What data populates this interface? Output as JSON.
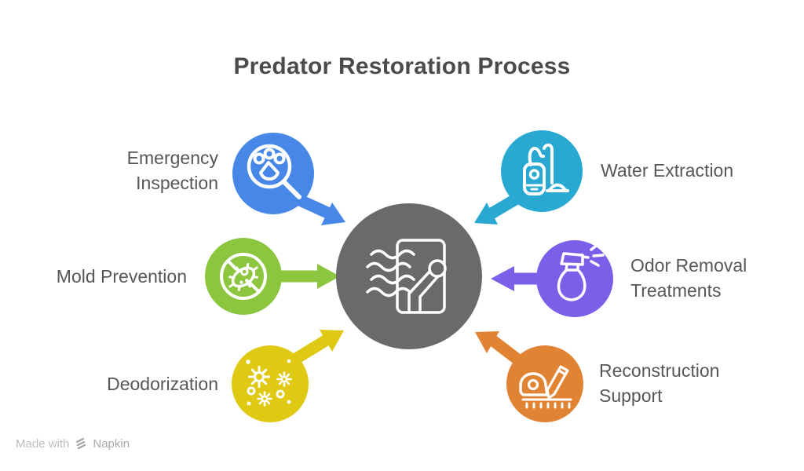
{
  "title": "Predator Restoration Process",
  "center": {
    "icon": "air-through-door-icon",
    "color": "#6a6a6a"
  },
  "items": [
    {
      "id": "emergency-inspection",
      "label": "Emergency\nInspection",
      "color": "#4687e8",
      "icon": "paw-search-icon",
      "position": "top-left"
    },
    {
      "id": "water-extraction",
      "label": "Water Extraction",
      "color": "#29a8d2",
      "icon": "vacuum-cleaner-icon",
      "position": "top-right"
    },
    {
      "id": "mold-prevention",
      "label": "Mold Prevention",
      "color": "#8cc63f",
      "icon": "no-germ-icon",
      "position": "middle-left"
    },
    {
      "id": "odor-removal-treatments",
      "label": "Odor Removal\nTreatments",
      "color": "#7c5fe8",
      "icon": "spray-bottle-icon",
      "position": "middle-right"
    },
    {
      "id": "deodorization",
      "label": "Deodorization",
      "color": "#e0c913",
      "icon": "sparkles-icon",
      "position": "bottom-left"
    },
    {
      "id": "reconstruction-support",
      "label": "Reconstruction\nSupport",
      "color": "#e08434",
      "icon": "tape-measure-pencil-icon",
      "position": "bottom-right"
    }
  ],
  "watermark": {
    "made_with": "Made with",
    "brand": "Napkin",
    "logo": "napkin-logo-icon"
  }
}
